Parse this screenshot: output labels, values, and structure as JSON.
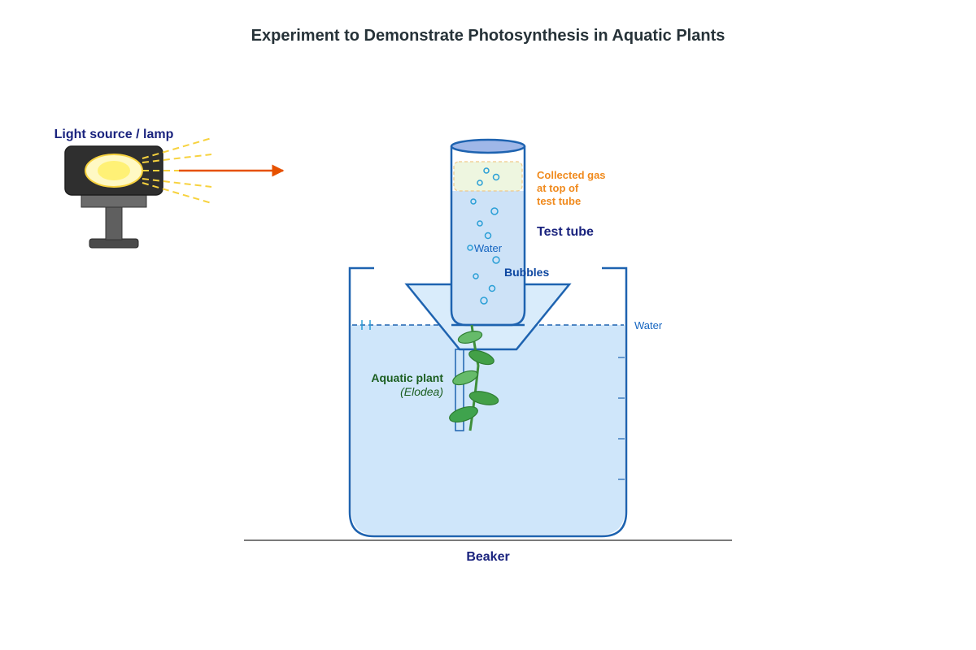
{
  "title": "Experiment to Demonstrate Photosynthesis in Aquatic Plants",
  "labels": {
    "lamp": "Light source / lamp",
    "collected_gas_1": "Collected gas",
    "collected_gas_2": "at top of",
    "collected_gas_3": "test tube",
    "test_tube": "Test tube",
    "water_in_tube": "Water",
    "bubbles": "Bubbles",
    "water_in_beaker": "Water",
    "plant": "Aquatic plant",
    "plant_species": "(Elodea)",
    "beaker": "Beaker"
  },
  "colors": {
    "water": "#cfe6fa",
    "glass_stroke": "#1e63b0",
    "light_rays": "#f7d23e",
    "arrow": "#e65100",
    "gas_label": "#f08a1d",
    "plant": "#3fa34d",
    "lamp_body": "#2f2f2f",
    "bulb_glow": "#fff176"
  },
  "icons": {
    "lamp": "desk-lamp-icon",
    "light_arrow": "arrow-right-icon"
  }
}
